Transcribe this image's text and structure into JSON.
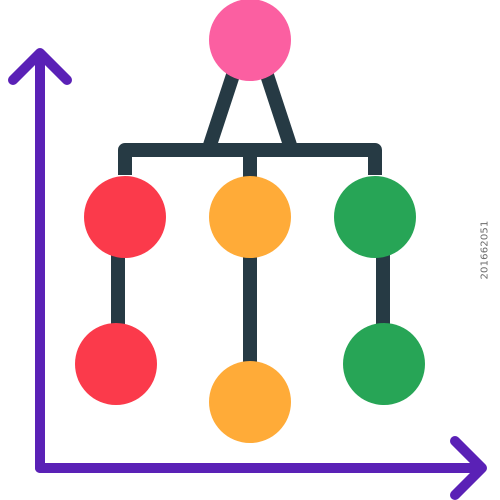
{
  "colors": {
    "axis": "#5a21b6",
    "connector": "#263a44",
    "root_node": "#fb5fa1",
    "red_node": "#fb3a4b",
    "orange_node": "#ffab38",
    "green_node": "#27a556",
    "watermark_text": "#6b6b6b"
  },
  "icons": {
    "y_axis_arrow": "arrow-up-icon",
    "x_axis_arrow": "arrow-right-icon"
  },
  "diagram": {
    "root": "pink",
    "branches": [
      {
        "color": "red",
        "levels": 2
      },
      {
        "color": "orange",
        "levels": 2
      },
      {
        "color": "green",
        "levels": 2
      }
    ]
  },
  "stock_id": "201662051"
}
